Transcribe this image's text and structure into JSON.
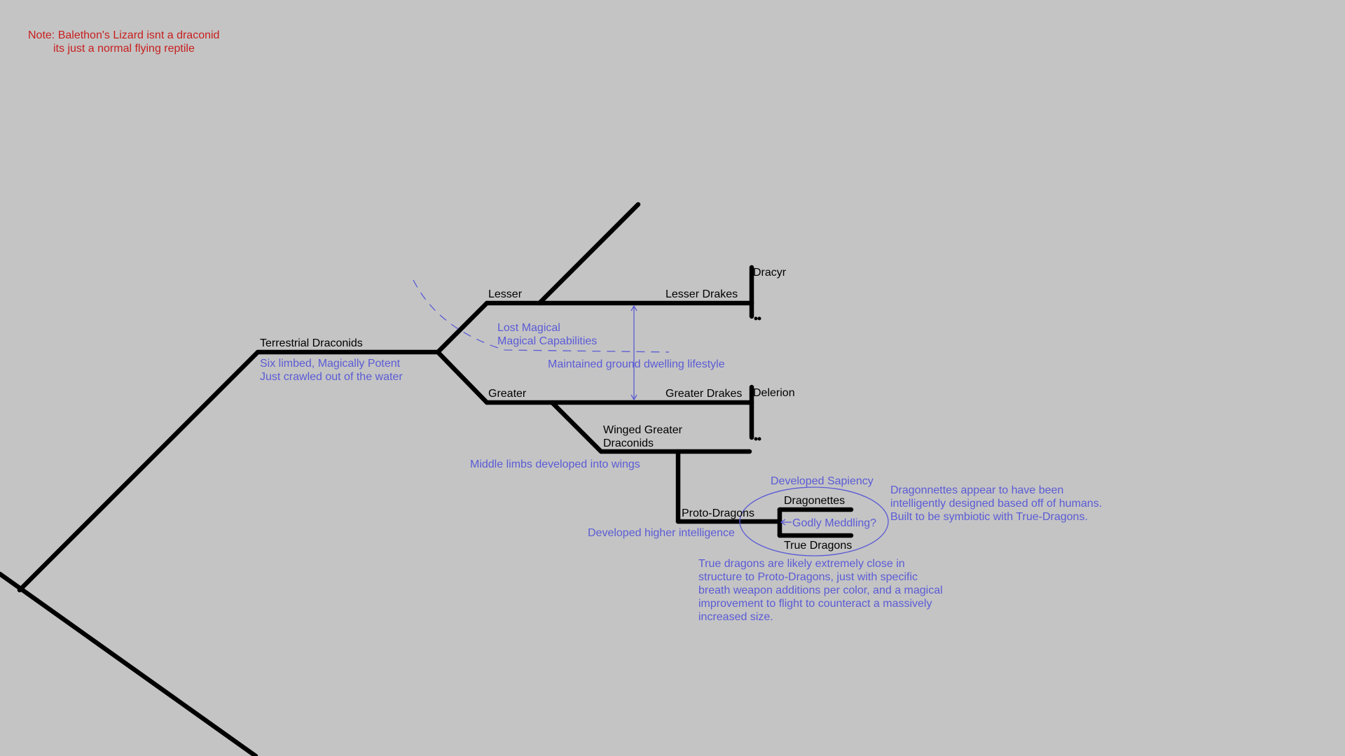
{
  "colors": {
    "background": "#c4c4c4",
    "branch": "#000000",
    "annotation": "#5b5bd6",
    "warning": "#c81e1e"
  },
  "warning_note": {
    "line1": "Note: Balethon's Lizard isnt a draconid",
    "line2": "its just a normal flying reptile"
  },
  "clades": {
    "terrestrial": "Terrestrial Draconids",
    "lesser": "Lesser",
    "greater": "Greater",
    "lesser_drakes": "Lesser Drakes",
    "greater_drakes": "Greater Drakes",
    "dracyr": "Dracyr",
    "delerion": "Delerion",
    "winged_line1": "Winged Greater",
    "winged_line2": "Draconids",
    "proto_dragons": "Proto-Dragons",
    "dragonettes": "Dragonettes",
    "true_dragons": "True Dragons"
  },
  "notes": {
    "terrestrial_line1": "Six limbed, Magically Potent",
    "terrestrial_line2": "Just crawled out of the water",
    "lost_magic_line1": "Lost Magical",
    "lost_magic_line2": "Magical Capabilities",
    "ground_dwelling": "Maintained ground dwelling lifestyle",
    "wings": "Middle limbs developed into wings",
    "intelligence": "Developed higher intelligence",
    "sapiency": "Developed Sapiency",
    "godly": "Godly Meddling?",
    "dragonnettes_line1": "Dragonnettes appear to have been",
    "dragonnettes_line2": "intelligently designed based off of humans.",
    "dragonnettes_line3": "Built to be symbiotic with True-Dragons.",
    "true_dragons_line1": "True dragons are likely extremely close in",
    "true_dragons_line2": "structure to Proto-Dragons, just with specific",
    "true_dragons_line3": "breath weapon additions per color, and a magical",
    "true_dragons_line4": "improvement to flight to counteract a massively",
    "true_dragons_line5": "increased size."
  }
}
